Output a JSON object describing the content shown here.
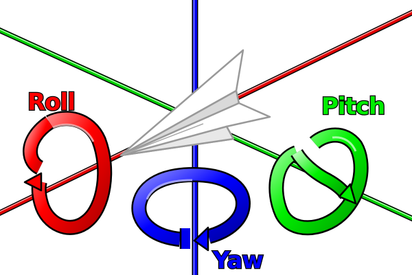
{
  "diagram": {
    "labels": {
      "roll": "Roll",
      "pitch": "Pitch",
      "yaw": "Yaw"
    },
    "colors": {
      "roll": "#ff0000",
      "pitch": "#00ee00",
      "yaw": "#0000ff",
      "outline": "#000000",
      "plane_fill": "#ffffff",
      "plane_shade": "#d8d8d8",
      "plane_stroke": "#999999"
    },
    "icons": {
      "roll_arrow": "circular-arrow-icon",
      "pitch_arrow": "circular-arrow-icon",
      "yaw_arrow": "circular-arrow-icon",
      "plane": "paper-airplane-icon"
    }
  }
}
